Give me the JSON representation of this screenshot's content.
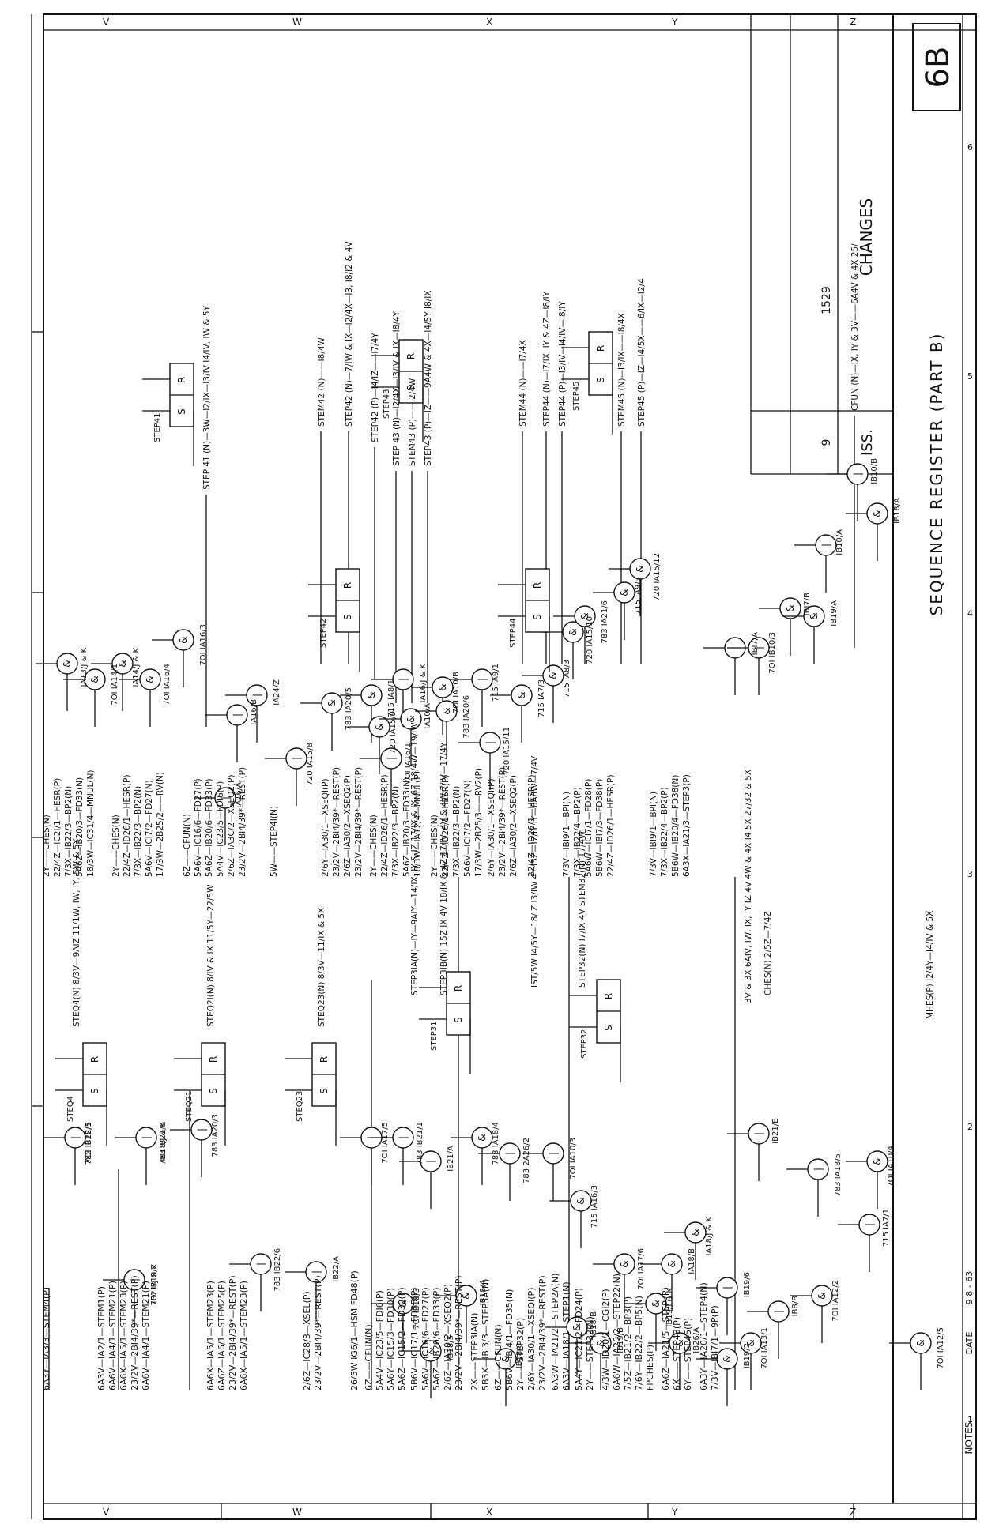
{
  "title_block": {
    "changes_label": "CHANGES",
    "iss_label": "ISS.",
    "iss_value": "9",
    "change_no": "1529",
    "sheet_id": "6B",
    "title": "SEQUENCE REGISTER (PART B)",
    "notes_label": "NOTES",
    "date_label": "DATE",
    "date_value": "9 8 - 63"
  },
  "border": {
    "top_zones": [
      "V",
      "W",
      "X",
      "Y",
      "Z"
    ],
    "right_zones": [
      "1",
      "2",
      "3",
      "4",
      "5",
      "6"
    ]
  },
  "left_inputs": [
    "6A3Y—IA3/3—STEM4(P)",
    "6A3V—IA2/1—STEM1(P)",
    "6A6V—IA4/1—STEM21(P)",
    "6A6X—IA5/1—STEM23(P)",
    "23/2V—2BI4/39*—REST(P)",
    "6A6V—IA4/1—STEM21(P)",
    "6A6X—IA5/1—STEM23(P)",
    "6A6Z—IA6/1—STEM25(P)",
    "23/2V—2BI4/39*—REST(P)",
    "6A6X—IA5/1—STEM23(P)",
    "2/6Z—IC28/3—XSEL(P)",
    "23/2V—2BI4/39*—REST(P)",
    "26/5W  IG6/1—HSM  FD48(P)",
    "6Z——CFUN(N)",
    "5A4V—IC23/5—FDI6(P)",
    "5A6Y—IC15/3—FD30(P)",
    "5A6Z—IC15/2—FD32(P)",
    "5B6V—IC17/1—FD35(P)",
    "5A6V—IC16/6—FD27(P)",
    "5A6Z—IB20/6—FD33(P)",
    "2/6Z—IA30/2—XSEQ2(P)",
    "23/2V—2BI4/39*—REST(P)",
    "2X——STEP3IA(N)",
    "5B3X—IBI3/3—STEP3A(N)",
    "6Z——CFUN(N)",
    "5B6V—IBI4/1—FD35(N)",
    "2Y——STEP32(P)",
    "2/6Y—IA30/1—XSEQI(P)",
    "23/2V—2BI4/39*—REST(P)",
    "6A3W—IA21/2—STEP2A(N)",
    "6A3V—IA18/1—STEP1(N)",
    "5A4Y—IC21/2—FD24(P)",
    "2Y——STEP32(N)",
    "4/3W—ID20/1—CGI2(P)",
    "6A6W—IA20/2—STEP22(N)",
    "7/5Z—IB21/2—BP3(P)",
    "7/6Y—IB22/2—BP5(N)",
    "FPCHES(P)",
    "6A6Z—IA21/5—STEP.(P)",
    "6X——STEP43(P)",
    "6Y——STEP45(P)",
    "6A3Y—IA20/1—STEP4(N)",
    "7/3V—IBI7/1—9P(P)"
  ],
  "mid_inputs": [
    "2Y——CHES(N)",
    "22/4Z—IC2I/1—HESR(P)",
    "7/3X—IB22/3—BP2(N)",
    "5A6Z—IB20/3—FD33(N)",
    "18/3W—IC31/4—MNUL(N)",
    "2Y——CHES(N)",
    "22/4Z—ID26/1—HESR(P)",
    "7/3X—IB22/3—BP2(N)",
    "5A6V—ICI7/2—FD27(N)",
    "17/3W—2B25/2——RV(N)",
    "6Z——CFUN(N)",
    "5A6V—IC16/6—FD27(P)",
    "5A6Z—IB20/6—FD33(P)",
    "5A4V—IC23/5—FDI6(P)",
    "2/6Z—IA3C/2—XSEQ2(P)",
    "23/2V—2BI4/39*—REST(P)",
    "5W——STEP4I(N)",
    "2/6Y—IA30/1—XSEQI(P)",
    "23/2V—2BI4/39*—REST(P)",
    "2/6Z—IA30/2—XSEQ2(P)",
    "23/2V—2BI4/39*—REST(P)",
    "2Y——CHES(N)",
    "22/4Z—ID26/1—HESR(P)",
    "7/3X—IB22/3—BP2(N)",
    "5A6Z—IB20/3—FD33(N)",
    "18/3W—IA12/4—MNUL(P)",
    "2Y——CHES(N)",
    "22/4Z—ID26/1—HESR(P)",
    "7/3X—IB22/3—BP2(N)",
    "5A6V—ICI7/2—FD27(N)",
    "17/3W—2B25/3——RV2(P)",
    "2/6Y—IA30/1—XSEQI(P)",
    "23/2V—2BI4/39*—REST(P)",
    "2/6Z—IA30/2—XSEQ2(P)",
    "22/4Z—ID26/1—HESR(P)",
    "7/3V—IBI9/1—BPI(N)",
    "7/3X—IB22/4—BP2(P)",
    "5A6W—ICI7/1—FD28(P)",
    "5B6W—IBI7/3—FD38(P)",
    "22/4Z—ID26/1—HESR(P)",
    "7/3V—IBI9/1—BPI(N)",
    "7/3X—IB22/4—BP2(P)",
    "5B6W—IB20/4—FD38(N)",
    "6A3X—IA21/3—STEP3(P)"
  ],
  "left_outputs": [
    "STEQ4(N) 8/3V—9AIZ  11/1W, IW, IY, 5W & 5Y",
    "STEQ2I(N) 8/IV & IX  11/5Y—22/5W",
    "STEQ23(N) 8/3V—11/IX & 5X",
    "STEP3IA(N)—IY—9AIY—14/IX, IY & IZ  17/IX & IY, 6Z  18/4W—19/IW",
    "STEP3IB(N) 15Z IX 4V  18/IX & 4Z  17/IV, 4V & 4W  7/IV—17/4Y",
    "IST/5W  I4/5Y—18/IZ  I3/IW 4Y  I5Z—I7/IY  IY—6A/IW—7/4V",
    "STEP32(N) I7/IX 4V  STEM32(N) 17/4W",
    "3V & 3X 6AIV, IW, IX, IY IZ 4V 4W & 4X I4 5X 27/32 & 5X",
    "CHES(N)  2/5Z—7/4Z",
    "MHES(P) I2/4Y—I4/IV & 5X"
  ],
  "right_outputs": [
    "STEP 41 (N)—3W—I2/IX—I3/IV  I4/IV, IW & 5Y",
    "STEM42 (N)——I8/4W",
    "STEP42 (N)—7/IW & IX—I2/4X—I3, I8/I2 & 4V",
    "STEP42 (P)—I4/IZ——I7/4Y",
    "STEP 43 (N)—I2/4X—I3/IV & IX—I8/4Y",
    "STEM43 (P)——I2/4W",
    "STEP43 (P)—IZ——9A4W & 4X—I4/5Y  I8/IX",
    "STEM44 (N)——I7/4X",
    "STEP44 (N)—I7/IX, IY & 4Z—I8/IY",
    "STEP44 (P)—I3/IV—I4/IV—I8/IY",
    "STEM45 (N)—I3/IX——I8/4X",
    "STEP45 (P)—IZ—I4/5X——6/IX—I2/4",
    "CFUN (N)—IX, IY & 3V——6A4V & 4X 25/"
  ],
  "gate_labels": [
    "783  IB22/5",
    "783  IB21/6",
    "IB21/J & K",
    "783  IA20/3",
    "783  IB22/6",
    "IB22/A",
    "7OI  IA17/5",
    "783  IB21/1",
    "IB21/A",
    "783  IA18/4",
    "783  2A26/2",
    "7OI  IA10/3",
    "715  IA16/3",
    "7OI  IA17/6",
    "IA18/B",
    "IA18/J & K",
    "IB21/B",
    "783  IA18/5",
    "7OI  IA10/4",
    "715  IA7/1",
    "7OI  IA12/5",
    "7OI  IA12/2",
    "IB8/B",
    "IB19/6",
    "7OI  IB18/3",
    "IB18/4",
    "IB18/5",
    "IB18/6",
    "IB18/B",
    "IB19/B",
    "IB19/J & K",
    "IB26/A",
    "IB19/2",
    "7OI  IA13/1",
    "IA13/J & K",
    "7OI  IA14/1",
    "IA14/J & K",
    "7OI  IA16/4",
    "7OI  IA16/3",
    "IA16/A",
    "IA16/B",
    "IA24/Z",
    "720  IA15/8",
    "783  IA20/5",
    "715  IA8/1",
    "720  IA15/9",
    "7OI  IA16/1",
    "IA16/J & K",
    "7OI  IA10/B",
    "IA10/A",
    "783  IA20/6",
    "715  IA9/1",
    "720  IA15/11",
    "715  IA7/3",
    "715  IA8/3",
    "720  IA15/10",
    "783  IA21/6",
    "715  IA9/3",
    "720  IA15/12",
    "IBI7/A",
    "7OI  IB10/3",
    "IBI7/B",
    "IB19/A",
    "IB10/A",
    "IB10/B",
    "IB18/A",
    "7OI  IB18/1",
    "IB18/J & K",
    "7OI  IB18/2"
  ],
  "flipflop_labels": [
    "STEQ4",
    "STEQ21",
    "STEQ23",
    "STEP31",
    "STEP32",
    "STEP41",
    "STEP42",
    "STEP43",
    "STEP44",
    "STEP45"
  ]
}
